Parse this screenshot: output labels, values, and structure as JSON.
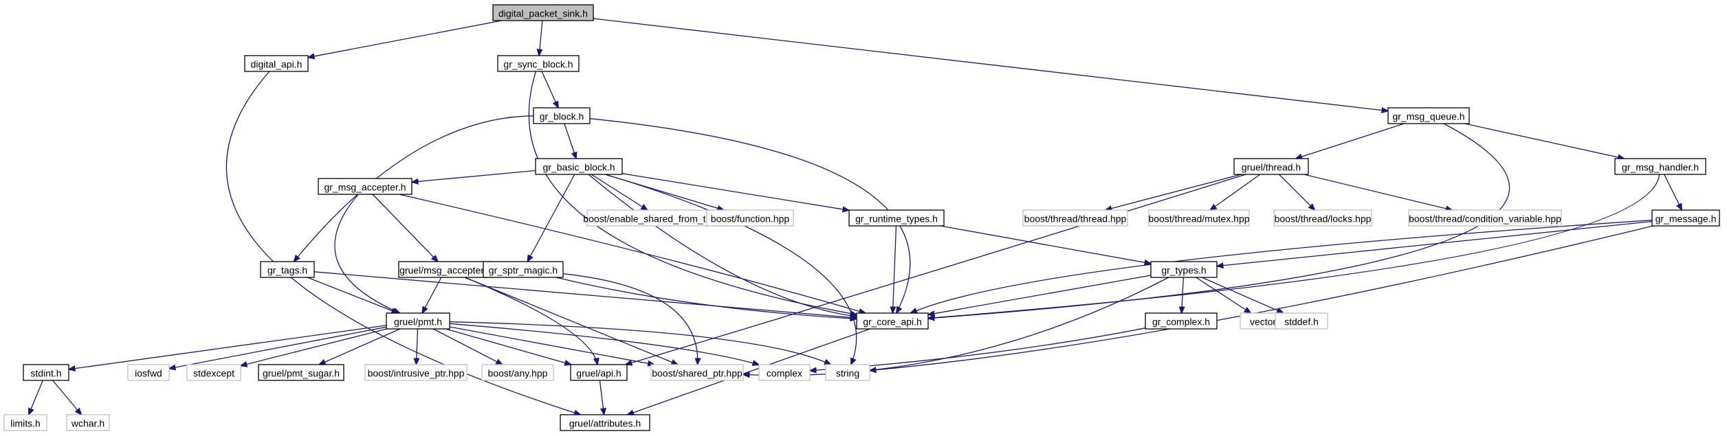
{
  "graph": {
    "colors": {
      "edge": "#191970",
      "node_border": "#000000",
      "external_border": "#bfbfbf",
      "root_fill": "#bfbfbf",
      "node_fill": "#ffffff"
    },
    "nodes": [
      {
        "id": "digital_packet_sink",
        "label": "digital_packet_sink.h",
        "kind": "root"
      },
      {
        "id": "digital_api",
        "label": "digital_api.h",
        "kind": "std"
      },
      {
        "id": "gr_sync_block",
        "label": "gr_sync_block.h",
        "kind": "std"
      },
      {
        "id": "gr_msg_queue",
        "label": "gr_msg_queue.h",
        "kind": "std"
      },
      {
        "id": "gr_block",
        "label": "gr_block.h",
        "kind": "std"
      },
      {
        "id": "gr_basic_block",
        "label": "gr_basic_block.h",
        "kind": "std"
      },
      {
        "id": "gruel_thread",
        "label": "gruel/thread.h",
        "kind": "std"
      },
      {
        "id": "gr_msg_handler",
        "label": "gr_msg_handler.h",
        "kind": "std"
      },
      {
        "id": "gr_msg_accepter",
        "label": "gr_msg_accepter.h",
        "kind": "std"
      },
      {
        "id": "boost_esft",
        "label": "boost/enable_shared_from_this.hpp",
        "kind": "ext"
      },
      {
        "id": "boost_function",
        "label": "boost/function.hpp",
        "kind": "ext"
      },
      {
        "id": "gr_runtime_types",
        "label": "gr_runtime_types.h",
        "kind": "std"
      },
      {
        "id": "boost_thread_thread",
        "label": "boost/thread/thread.hpp",
        "kind": "ext"
      },
      {
        "id": "boost_thread_mutex",
        "label": "boost/thread/mutex.hpp",
        "kind": "ext"
      },
      {
        "id": "boost_thread_locks",
        "label": "boost/thread/locks.hpp",
        "kind": "ext"
      },
      {
        "id": "boost_thread_cv",
        "label": "boost/thread/condition_variable.hpp",
        "kind": "ext"
      },
      {
        "id": "gr_message",
        "label": "gr_message.h",
        "kind": "std"
      },
      {
        "id": "gr_tags",
        "label": "gr_tags.h",
        "kind": "std"
      },
      {
        "id": "gruel_msg_accepter",
        "label": "gruel/msg_accepter.h",
        "kind": "std"
      },
      {
        "id": "gr_sptr_magic",
        "label": "gr_sptr_magic.h",
        "kind": "std"
      },
      {
        "id": "gr_types",
        "label": "gr_types.h",
        "kind": "std"
      },
      {
        "id": "gruel_pmt",
        "label": "gruel/pmt.h",
        "kind": "std"
      },
      {
        "id": "gr_core_api",
        "label": "gr_core_api.h",
        "kind": "std"
      },
      {
        "id": "gr_complex",
        "label": "gr_complex.h",
        "kind": "std"
      },
      {
        "id": "vector",
        "label": "vector",
        "kind": "ext"
      },
      {
        "id": "stddef",
        "label": "stddef.h",
        "kind": "ext"
      },
      {
        "id": "stdint",
        "label": "stdint.h",
        "kind": "std"
      },
      {
        "id": "iosfwd",
        "label": "iosfwd",
        "kind": "ext"
      },
      {
        "id": "stdexcept",
        "label": "stdexcept",
        "kind": "ext"
      },
      {
        "id": "gruel_pmt_sugar",
        "label": "gruel/pmt_sugar.h",
        "kind": "std"
      },
      {
        "id": "boost_intrusive_ptr",
        "label": "boost/intrusive_ptr.hpp",
        "kind": "ext"
      },
      {
        "id": "boost_any",
        "label": "boost/any.hpp",
        "kind": "ext"
      },
      {
        "id": "gruel_api",
        "label": "gruel/api.h",
        "kind": "std"
      },
      {
        "id": "boost_shared_ptr",
        "label": "boost/shared_ptr.hpp",
        "kind": "ext"
      },
      {
        "id": "complex",
        "label": "complex",
        "kind": "ext"
      },
      {
        "id": "string",
        "label": "string",
        "kind": "ext"
      },
      {
        "id": "limits",
        "label": "limits.h",
        "kind": "ext"
      },
      {
        "id": "wchar",
        "label": "wchar.h",
        "kind": "ext"
      },
      {
        "id": "gruel_attributes",
        "label": "gruel/attributes.h",
        "kind": "std"
      }
    ],
    "edges": [
      [
        "digital_packet_sink",
        "digital_api"
      ],
      [
        "digital_packet_sink",
        "gr_sync_block"
      ],
      [
        "digital_packet_sink",
        "gr_msg_queue"
      ],
      [
        "digital_api",
        "gruel_attributes"
      ],
      [
        "gr_sync_block",
        "gr_block"
      ],
      [
        "gr_sync_block",
        "gr_core_api"
      ],
      [
        "gr_block",
        "gr_basic_block"
      ],
      [
        "gr_block",
        "gr_tags"
      ],
      [
        "gr_block",
        "gr_core_api"
      ],
      [
        "gr_basic_block",
        "gr_msg_accepter"
      ],
      [
        "gr_basic_block",
        "boost_esft"
      ],
      [
        "gr_basic_block",
        "boost_function"
      ],
      [
        "gr_basic_block",
        "gr_runtime_types"
      ],
      [
        "gr_basic_block",
        "gr_sptr_magic"
      ],
      [
        "gr_basic_block",
        "gr_core_api"
      ],
      [
        "gr_basic_block",
        "string"
      ],
      [
        "gr_msg_queue",
        "gruel_thread"
      ],
      [
        "gr_msg_queue",
        "gr_msg_handler"
      ],
      [
        "gr_msg_queue",
        "gr_core_api"
      ],
      [
        "gruel_thread",
        "boost_thread_thread"
      ],
      [
        "gruel_thread",
        "boost_thread_mutex"
      ],
      [
        "gruel_thread",
        "boost_thread_locks"
      ],
      [
        "gruel_thread",
        "boost_thread_cv"
      ],
      [
        "gruel_thread",
        "gruel_api"
      ],
      [
        "gr_msg_handler",
        "gr_message"
      ],
      [
        "gr_msg_handler",
        "gr_core_api"
      ],
      [
        "gr_message",
        "gr_types"
      ],
      [
        "gr_message",
        "gr_core_api"
      ],
      [
        "gr_message",
        "string"
      ],
      [
        "gr_msg_accepter",
        "gruel_msg_accepter"
      ],
      [
        "gr_msg_accepter",
        "gruel_pmt"
      ],
      [
        "gr_msg_accepter",
        "gr_core_api"
      ],
      [
        "gr_runtime_types",
        "gr_types"
      ],
      [
        "gr_runtime_types",
        "gr_core_api"
      ],
      [
        "gr_tags",
        "gruel_pmt"
      ],
      [
        "gr_tags",
        "gr_core_api"
      ],
      [
        "gruel_msg_accepter",
        "gruel_pmt"
      ],
      [
        "gruel_msg_accepter",
        "gruel_api"
      ],
      [
        "gruel_msg_accepter",
        "boost_shared_ptr"
      ],
      [
        "gr_sptr_magic",
        "boost_shared_ptr"
      ],
      [
        "gr_sptr_magic",
        "gr_core_api"
      ],
      [
        "gr_types",
        "gr_core_api"
      ],
      [
        "gr_types",
        "gr_complex"
      ],
      [
        "gr_types",
        "vector"
      ],
      [
        "gr_types",
        "stddef"
      ],
      [
        "gr_types",
        "boost_shared_ptr"
      ],
      [
        "gr_complex",
        "complex"
      ],
      [
        "gr_core_api",
        "gruel_attributes"
      ],
      [
        "gruel_pmt",
        "stdint"
      ],
      [
        "gruel_pmt",
        "iosfwd"
      ],
      [
        "gruel_pmt",
        "stdexcept"
      ],
      [
        "gruel_pmt",
        "gruel_pmt_sugar"
      ],
      [
        "gruel_pmt",
        "boost_intrusive_ptr"
      ],
      [
        "gruel_pmt",
        "boost_any"
      ],
      [
        "gruel_pmt",
        "gruel_api"
      ],
      [
        "gruel_pmt",
        "boost_shared_ptr"
      ],
      [
        "gruel_pmt",
        "complex"
      ],
      [
        "gruel_pmt",
        "string"
      ],
      [
        "gruel_api",
        "gruel_attributes"
      ],
      [
        "stdint",
        "limits"
      ],
      [
        "stdint",
        "wchar"
      ]
    ]
  }
}
